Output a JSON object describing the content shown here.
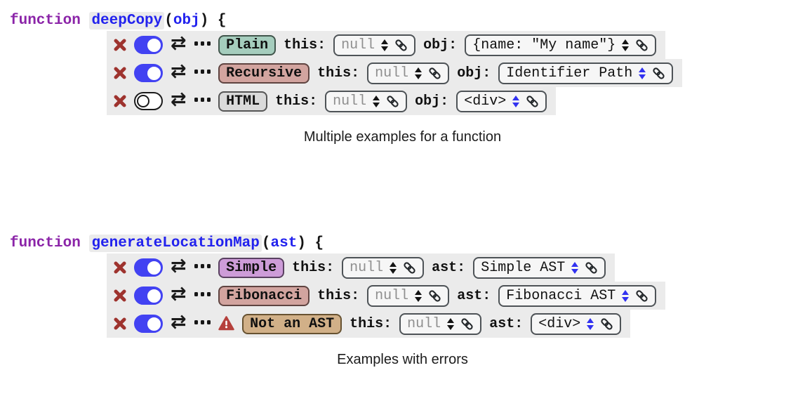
{
  "colors": {
    "keyword": "#8b24a8",
    "identifier": "#2222ee",
    "text": "#141414",
    "muted": "#8f8f8f",
    "panel": "#ebebeb",
    "box_bg": "#f6f6f6",
    "box_border": "#4e5357",
    "delete": "#9e332e",
    "toggle_on": "#4242f2",
    "warning": "#b5403c",
    "stepper": "#141414",
    "stepper_blue": "#3232f0"
  },
  "blocks": [
    {
      "code": {
        "keyword": "function",
        "name": "deepCopy",
        "paren_open": "(",
        "param": "obj",
        "paren_close": ")",
        "brace": " {"
      },
      "rows": [
        {
          "name": "Plain",
          "badge_bg": "#a5cdbd",
          "badge_border": "#41564c",
          "enabled": true,
          "warning": false,
          "this_label": "this:",
          "this_value": "null",
          "this_muted": true,
          "arg_label": "obj:",
          "arg_value": "{name: \"My name\"}",
          "arg_blue_stepper": false
        },
        {
          "name": "Recursive",
          "badge_bg": "#d2a49f",
          "badge_border": "#5f4441",
          "enabled": true,
          "warning": false,
          "this_label": "this:",
          "this_value": "null",
          "this_muted": true,
          "arg_label": "obj:",
          "arg_value": "Identifier Path",
          "arg_blue_stepper": true
        },
        {
          "name": "HTML",
          "badge_bg": "#dadada",
          "badge_border": "#555555",
          "enabled": false,
          "warning": false,
          "this_label": "this:",
          "this_value": "null",
          "this_muted": true,
          "arg_label": "obj:",
          "arg_value": "<div>",
          "arg_blue_stepper": true
        }
      ],
      "caption": "Multiple examples for a function"
    },
    {
      "code": {
        "keyword": "function",
        "name": "generateLocationMap",
        "paren_open": "(",
        "param": "ast",
        "paren_close": ")",
        "brace": " {"
      },
      "rows": [
        {
          "name": "Simple",
          "badge_bg": "#cd9cd8",
          "badge_border": "#5a4161",
          "enabled": true,
          "warning": false,
          "this_label": "this:",
          "this_value": "null",
          "this_muted": true,
          "arg_label": "ast:",
          "arg_value": "Simple AST",
          "arg_blue_stepper": true
        },
        {
          "name": "Fibonacci",
          "badge_bg": "#d2a49f",
          "badge_border": "#5f4441",
          "enabled": true,
          "warning": false,
          "this_label": "this:",
          "this_value": "null",
          "this_muted": true,
          "arg_label": "ast:",
          "arg_value": "Fibonacci AST",
          "arg_blue_stepper": true
        },
        {
          "name": "Not an AST",
          "badge_bg": "#d1b088",
          "badge_border": "#675231",
          "enabled": true,
          "warning": true,
          "this_label": "this:",
          "this_value": "null",
          "this_muted": true,
          "arg_label": "ast:",
          "arg_value": "<div>",
          "arg_blue_stepper": true
        }
      ],
      "caption": "Examples with errors"
    }
  ]
}
